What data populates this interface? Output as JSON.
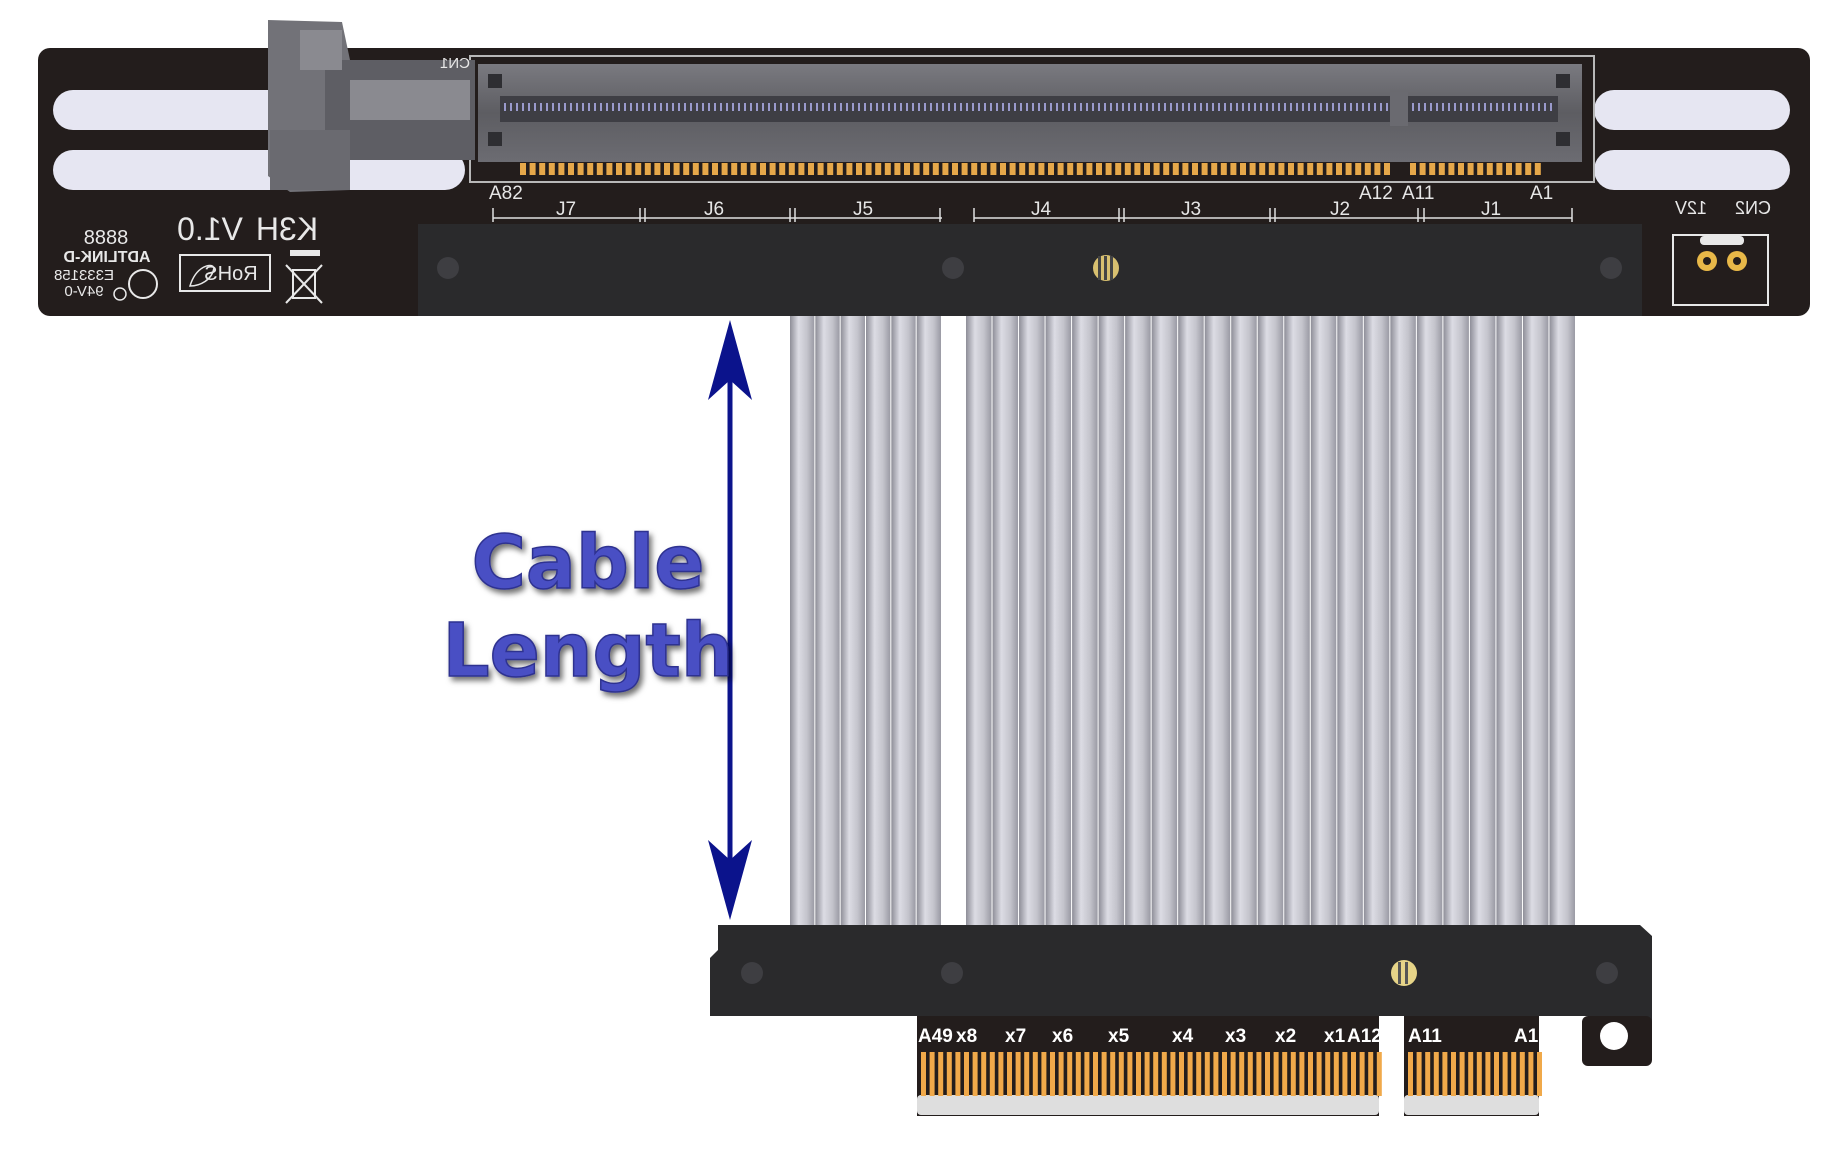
{
  "annotation": {
    "line1": "Cable",
    "line2": "Length",
    "color": "#4a4fc4",
    "arrow_color": "#0b138c"
  },
  "top_board": {
    "silk_model": "K3H",
    "silk_version": "V1.0",
    "silk_rohs": "RoHS",
    "silk_brand": "ADTLINK-D",
    "silk_cert": "E333158",
    "silk_rating": "94V-0",
    "silk_code": "8888",
    "slot_ref": "CN1",
    "power_ref": "CN2",
    "power_label": "12V",
    "pin_labels": [
      "A82",
      "A12",
      "A11",
      "A1"
    ],
    "lanes": [
      "J7",
      "J6",
      "J5",
      "J4",
      "J3",
      "J2",
      "J1"
    ],
    "pcb_color": "#231d1c"
  },
  "bottom_board": {
    "edge_labels": [
      "A49",
      "x8",
      "x7",
      "x6",
      "x5",
      "x4",
      "x3",
      "x2",
      "x1",
      "A12",
      "A11",
      "A1"
    ],
    "gold_color": "#f0a94a"
  }
}
